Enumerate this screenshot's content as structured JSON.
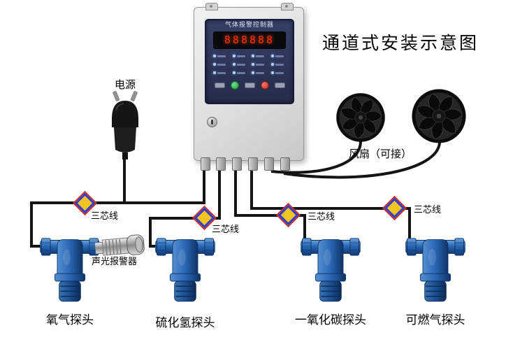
{
  "title": "通道式安装示意图",
  "controller": {
    "panel_title": "气体报警控制器",
    "display_value": "888888"
  },
  "power": {
    "label": "电源"
  },
  "fans": {
    "label": "风扇（可接）"
  },
  "alarm": {
    "label": "声光报警器"
  },
  "wiring": {
    "wire_type_label": "三芯线"
  },
  "detectors": [
    {
      "label": "氧气探头"
    },
    {
      "label": "硫化氢探头"
    },
    {
      "label": "一氧化碳探头"
    },
    {
      "label": "可燃气探头"
    }
  ],
  "colors": {
    "detector_blue": "#2160ae",
    "panel_navy": "#2b3354",
    "led_red": "#ff2f00",
    "diamond_yellow": "#f2c41d",
    "diamond_border_blue": "#2e3fd4",
    "diamond_outline_red": "#c43027",
    "wire_black": "#141414",
    "controller_gray": "#dedede"
  }
}
